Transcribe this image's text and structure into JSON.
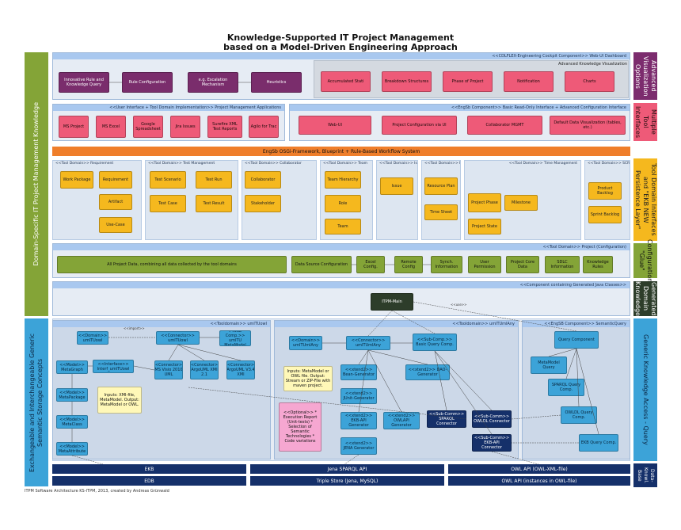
{
  "title": {
    "line1": "Knowledge-Supported IT Project Management",
    "line2": "based on a Model-Driven Engineering Approach"
  },
  "left_side": {
    "top": "Domain-Specific IT Project Management Knowledge",
    "bottom": "Exchangeable and Interchangeable Generic Semantic Storage Concepts"
  },
  "right_side": {
    "advanced": "Advanced Visualization Options",
    "multiple": "Multiple Tool Interfaces",
    "tooldomain": "Tool Domain Interfaces and \"EKB NEW Persistence Layer\"",
    "config": "Configuration \"Glue\"",
    "generated": "Generated Domain Knowledge",
    "generic": "Generic Knowledge Access - Query",
    "database": "Data- Knowl. Base"
  },
  "web_ui": {
    "header": "<<CDLFLEX-Engineering Cockpit Component>> Web-UI Dashboard",
    "rule_box1": "Innovative Rule and Knowledge Query",
    "rule_box2": "Rule Configuration",
    "esc_box1": "e.g. Escalation Mechanism",
    "esc_box2": "Heuristics",
    "adv_label": "Advanced Knowledge Visualization",
    "visuals": [
      "Accumulated Stati",
      "Breakdown Structures",
      "Phase of Project",
      "Notification",
      "Charts"
    ]
  },
  "ui_apps": {
    "header": "<<User Interface + Tool Domain Implementation>> Project Management Applications",
    "items": [
      "MS Project",
      "MS Excel",
      "Google Spreadsheet",
      "Jira Issues",
      "Surefire XML Test Reports",
      "Agilo for Trac"
    ]
  },
  "engsb_ui": {
    "header": "<<EngSb Component>> Basic Read-Only Interface + Advanced Configuration Interface",
    "items": [
      "Web-UI",
      "Project Configuration via UI",
      "Collaborator MGMT",
      "Default Data Visualization (tables, etc.)"
    ]
  },
  "framework": "EngSb OSGi-Framework, Blueprint + Rule-Based Workflow System",
  "tool_domains": [
    {
      "header": "<<Tool Domain>> Requirement",
      "items": [
        "Work Package",
        "Requirement",
        "Artifact",
        "Use-Case"
      ]
    },
    {
      "header": "<<Tool Domain>> Test Management",
      "items": [
        "Test Scenario",
        "Test Run",
        "Test Case",
        "Test Result"
      ]
    },
    {
      "header": "<<Tool Domain>> Collaborator",
      "items": [
        "Collaborator",
        "Stakeholder"
      ]
    },
    {
      "header": "<<Tool Domain>> Team",
      "items": [
        "Team Hierarchy",
        "Role",
        "Team"
      ]
    },
    {
      "header": "<<Tool Domain>> Issue",
      "items": [
        "Issue"
      ]
    },
    {
      "header": "<<Tool Domain>> HR Management",
      "items": [
        "Resource Plan",
        "Time Sheet"
      ]
    },
    {
      "header": "<<Tool Domain>> Time Management",
      "items": [
        "Project Phase",
        "Milestone",
        "Project State"
      ]
    },
    {
      "header": "<<Tool Domain>> SCRUM",
      "items": [
        "Product Backlog",
        "Sprint Backlog"
      ]
    }
  ],
  "config": {
    "header": "<<Tool Domain>> Project (Configuration)",
    "all_data": "All Project Data, combining all data collected by the tool domains",
    "items": [
      "Data Source Configuration",
      "Excel Config.",
      "Remote Config",
      "Synch. Information",
      "User Permission",
      "Project Core Data",
      "SDLC Information",
      "Knowledge Rules"
    ]
  },
  "generated": {
    "header": "<<Component containing Generated Java Classes>>",
    "itpm": "ITPM-Main",
    "uses": "<<use>>"
  },
  "umltuowl": {
    "header": "<<Tooldomain>> umlTUowl",
    "domain": "<<Domain>> umlTUowl",
    "connector": "<<Connector>> umlTUowl",
    "subcomp": "<<Sub-Comp.>> umlTU MetaModel",
    "interf": "<<Interface>> Interf_umlTUowl",
    "metagraph": "<<Model>> MetaGraph",
    "metapackage": "<<Model>> MetaPackage",
    "metaclass": "<<Model>> MetaClass",
    "metaattribute": "<<Model>> MetaAttribute",
    "msvisio": "<<Connector>> MS Visio 2010 UML",
    "argouml21": "<<Connector>> ArgoUML XMI 2.1",
    "argouml34": "<<Connector>> ArgoUML V3.4 XMI",
    "inputs": "Inputs: XMI-file, MetaModel. Output: MetaModel or OWL.",
    "import": "<<import>>"
  },
  "umltuany": {
    "header": "<<Tooldomain>> umlTUmlAny",
    "domain": "<<Domain>> umlTUmlAny",
    "connector": "<<Connector>> umlTUmlAny",
    "subcomp": "<<Sub-Comp.>> Basic Query Comp.",
    "bean": "<<xtend2>> Bean-Generator",
    "junit": "<<xtend2>> JUnit-Generator",
    "dao": "<<xtend2>> DAO-Generator",
    "ekbapi": "<<xtend2>> EKB-API Generator",
    "owlapi": "<<xtend2>> OWLAPI Generator",
    "jena": "<<xtend2>> JENA Generator",
    "inputs": "Inputs: MetaModel or OWL file. Output: Stream or ZIP-File with maven project.",
    "optional": "<<Optional>> * Execution Report (Unit-tests) * Selection of Semantic Technologies * Code variations"
  },
  "semantic": {
    "header": "<<EngSB Component>> SemanticQuery",
    "query": "Query Component",
    "metamodel": "MetaModel Query",
    "sparql": "SPARQL Query Comp.",
    "owldl": "OWLDL Query Comp.",
    "ekb": "EKB Query Comp.",
    "sparql_conn": "<<Sub-Comm>> SPARQL Connector",
    "owldl_conn": "<<Sub-Comm>> OWLDL Connector",
    "ekbapi_conn": "<<Sub-Comm>> EKB-API Connector"
  },
  "storage": {
    "row1": [
      "EKB",
      "Jena SPARQL API",
      "OWL API (OWL-XML-file)"
    ],
    "row2": [
      "EDB",
      "Triple Store (Jena, MySQL)",
      "OWL API (instances in OWL-file)"
    ]
  },
  "credit": "ITPM Software Architecture KS-ITPM, 2013, created by Andreas Grünwald"
}
